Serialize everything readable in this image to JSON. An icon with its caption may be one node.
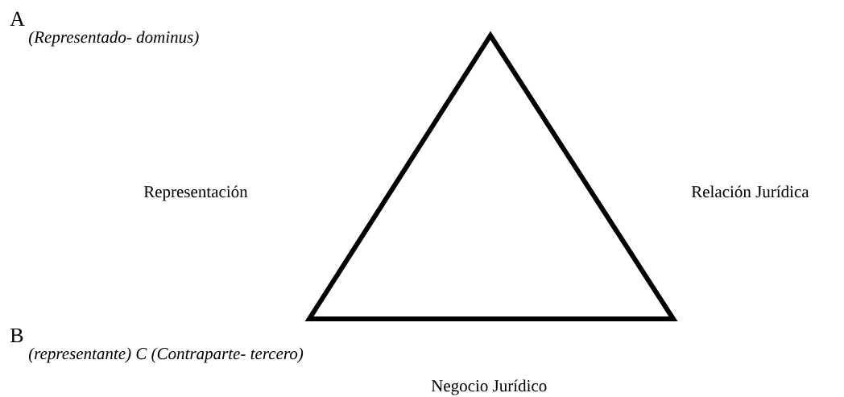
{
  "diagram": {
    "labels": [
      "A",
      "(Representado- dominus)",
      "Representación",
      "Relación Jurídica",
      "B",
      "(representante) C (Contraparte- tercero)",
      "Negocio Jurídico"
    ]
  }
}
